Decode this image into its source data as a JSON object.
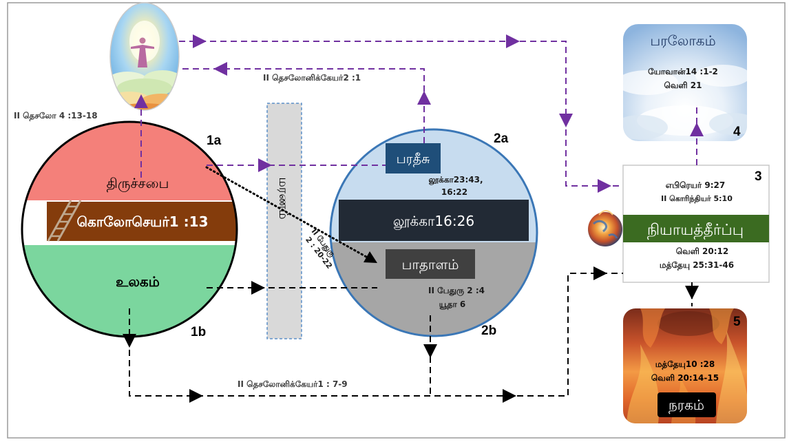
{
  "diagram": {
    "ascension_reference": "II தெசலோ 4 :13-18",
    "rapture_reference": "II தெசலோனிக்கேயர்2 :1",
    "circle1": {
      "top_label": "1a",
      "bottom_label": "1b",
      "church": "திருச்சபை",
      "transfer_reference": "கொலோசெயர்1 :13",
      "world": "உலகம்"
    },
    "death": "மரணம்",
    "apostasy_reference": [
      "II பேதுரு",
      "2 : 20-22"
    ],
    "circle2": {
      "top_label": "2a",
      "bottom_label": "2b",
      "paradise": "பரதீசு",
      "paradise_references": [
        "லூக்கா23:43,",
        "16:22"
      ],
      "gulf_reference": "லூக்கா16:26",
      "hades": "பாதாளம்",
      "hades_references": [
        "II பேதுரு 2 :4",
        "யூதா 6"
      ]
    },
    "heaven": {
      "number": "4",
      "title": "பரலோகம்",
      "references": [
        "யோவான்14 :1-2",
        "வெளி 21"
      ]
    },
    "judgment": {
      "number": "3",
      "references_top": [
        "எபிரெயர் 9:27",
        "II கொரிந்தியர் 5:10"
      ],
      "title": "நியாயத்தீர்ப்பு",
      "references_bottom": [
        "வெளி 20:12",
        "மத்தேயு 25:31-46"
      ]
    },
    "hell": {
      "number": "5",
      "references": [
        "மத்தேயு10 :28",
        "வெளி 20:14-15"
      ],
      "title": "நரகம்"
    },
    "unbeliever_reference": "II தெசலோனிக்கேயர்1 : 7-9"
  },
  "icons": {
    "ascension": "ascension-image",
    "ladder": "ladder-icon",
    "earth": "burning-earth-image",
    "heaven_background": "clouds-image",
    "hell_background": "flames-image"
  },
  "colors": {
    "purple_path": "#7030a0",
    "black_path": "#000000",
    "church": "#f4807a",
    "colossians_band": "#843c0c",
    "world": "#7bd69e",
    "death_box": "#d9d9d9",
    "paradise_region": "#c7dcef",
    "paradise_box": "#1f4e79",
    "gulf_band": "#222a35",
    "hades_region": "#a6a6a6",
    "hades_box": "#404040",
    "circle2_outline": "#3b77b6",
    "judgment_band": "#3b6b21",
    "heaven_title": "#1f3864",
    "hell_title_box": "#000000"
  }
}
